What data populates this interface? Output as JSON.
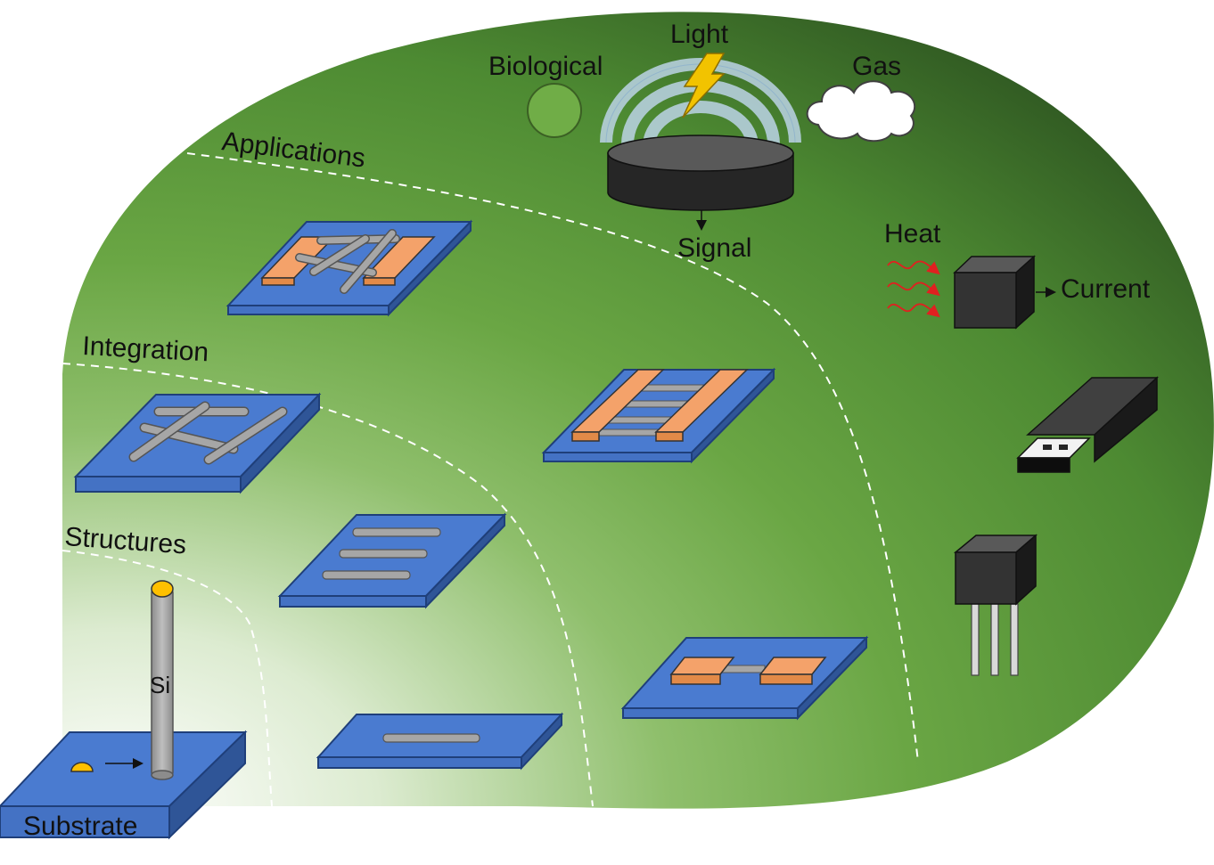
{
  "regions": {
    "structures": "Structures",
    "integration": "Integration",
    "applications": "Applications"
  },
  "labels": {
    "substrate": "Substrate",
    "si": "Si",
    "light": "Light",
    "biological": "Biological",
    "gas": "Gas",
    "signal": "Signal",
    "heat": "Heat",
    "current": "Current"
  },
  "colors": {
    "background_dark": "#2f5a22",
    "background_mid": "#6fab4a",
    "background_light": "#f3f8ee",
    "substrate_blue": "#4472c4",
    "substrate_dark": "#2f5597",
    "wire_gray": "#a6a6a6",
    "electrode_orange": "#f4a26a",
    "device_black": "#262626",
    "heat_red": "#e02020",
    "bolt_yellow": "#f2c300",
    "bio_green": "#70ad47"
  },
  "icons": [
    "lightning-bolt-icon",
    "cloud-icon",
    "usb-drive-icon",
    "transistor-icon",
    "thermoelectric-cube-icon",
    "sensor-disc-icon"
  ]
}
